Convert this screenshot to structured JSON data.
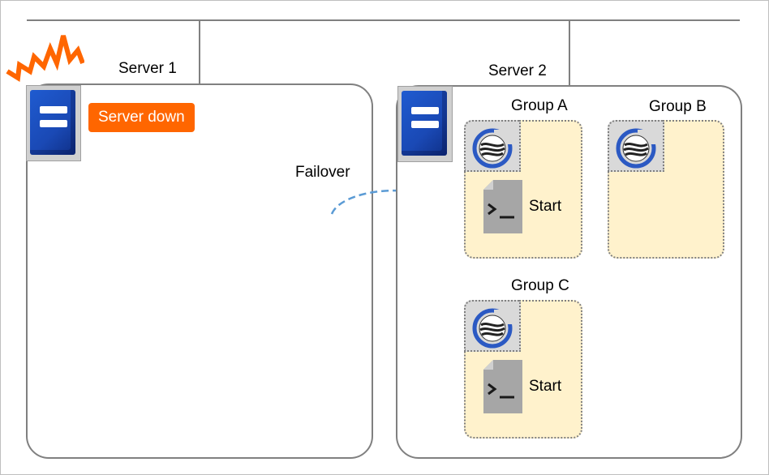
{
  "servers": {
    "server1": {
      "label": "Server 1",
      "status_badge": "Server down"
    },
    "server2": {
      "label": "Server 2"
    }
  },
  "failover_label": "Failover",
  "groups": [
    {
      "label": "Group A",
      "resource_label": "Start"
    },
    {
      "label": "Group B"
    },
    {
      "label": "Group C",
      "resource_label": "Start"
    }
  ],
  "colors": {
    "badge": "#ff6600",
    "server_face": "#1a49b5",
    "group_fill": "#fff2cc",
    "failover_arrow": "#5b9bd5",
    "alert": "#ff6600"
  },
  "icons": [
    "server-icon",
    "alert-burst-icon",
    "group-resource-icon",
    "script-icon",
    "failover-arrow-icon"
  ]
}
